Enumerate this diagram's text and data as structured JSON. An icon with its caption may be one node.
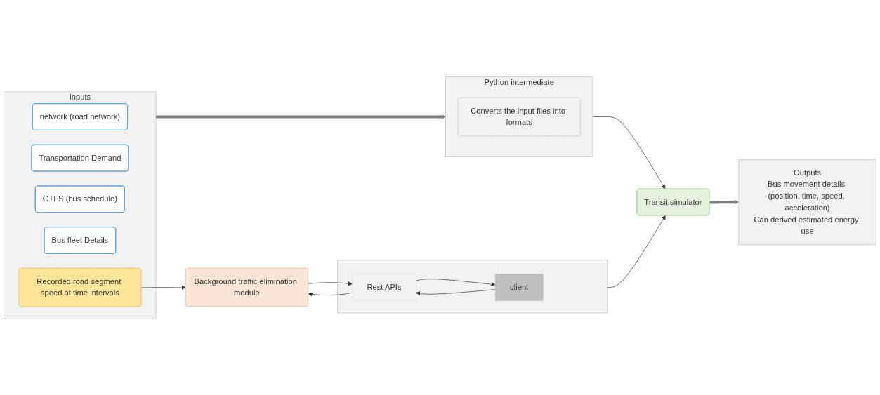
{
  "diagram": {
    "nodes": [
      {
        "text": [
          "Inputs"
        ]
      },
      {
        "text": [
          "network (road network)"
        ],
        "in": 0
      },
      {
        "text": [
          "Transportation Demand"
        ],
        "in": 0
      },
      {
        "text": [
          "GTFS (bus schedule)"
        ],
        "in": 0
      },
      {
        "text": [
          "Bus fleet Details"
        ],
        "in": 0
      },
      {
        "text": [
          "Recorded road segment speed at time intervals"
        ],
        "in": 0
      },
      {
        "text": [
          "Python intermediate"
        ]
      },
      {
        "text": [
          "Converts the input files into formats"
        ],
        "in": 6
      },
      {
        "text": [
          "Transit simulator"
        ]
      },
      {
        "text": [
          "Outputs",
          "Bus movement details (position, time, speed, acceleration)",
          "Can derived estimated energy use"
        ]
      },
      {
        "text": [
          "Background traffic elimination module"
        ]
      },
      {
        "text": [],
        "shape": "box"
      },
      {
        "text": [
          "client"
        ],
        "in": 11
      },
      {
        "text": [
          "Rest APIs"
        ],
        "in": 11
      }
    ],
    "edges": [
      {
        "from": 0,
        "to": 6,
        "arrow": "to",
        "style": "thick",
        "color": "#7f7f7f"
      },
      {
        "from": 6,
        "to": 8,
        "arrow": "to"
      },
      {
        "from": 8,
        "to": 9,
        "arrow": "to",
        "style": "thick",
        "color": "#7f7f7f"
      },
      {
        "from": 11,
        "to": 8,
        "arrow": "to"
      },
      {
        "from": 12,
        "to": 13,
        "arrow": "to"
      },
      {
        "from": 13,
        "to": 12,
        "arrow": "to"
      },
      {
        "from": 5,
        "to": 10,
        "arrow": "to"
      },
      {
        "from": 10,
        "to": 13,
        "arrow": "to"
      },
      {
        "from": 13,
        "to": 10,
        "arrow": "to"
      }
    ]
  }
}
